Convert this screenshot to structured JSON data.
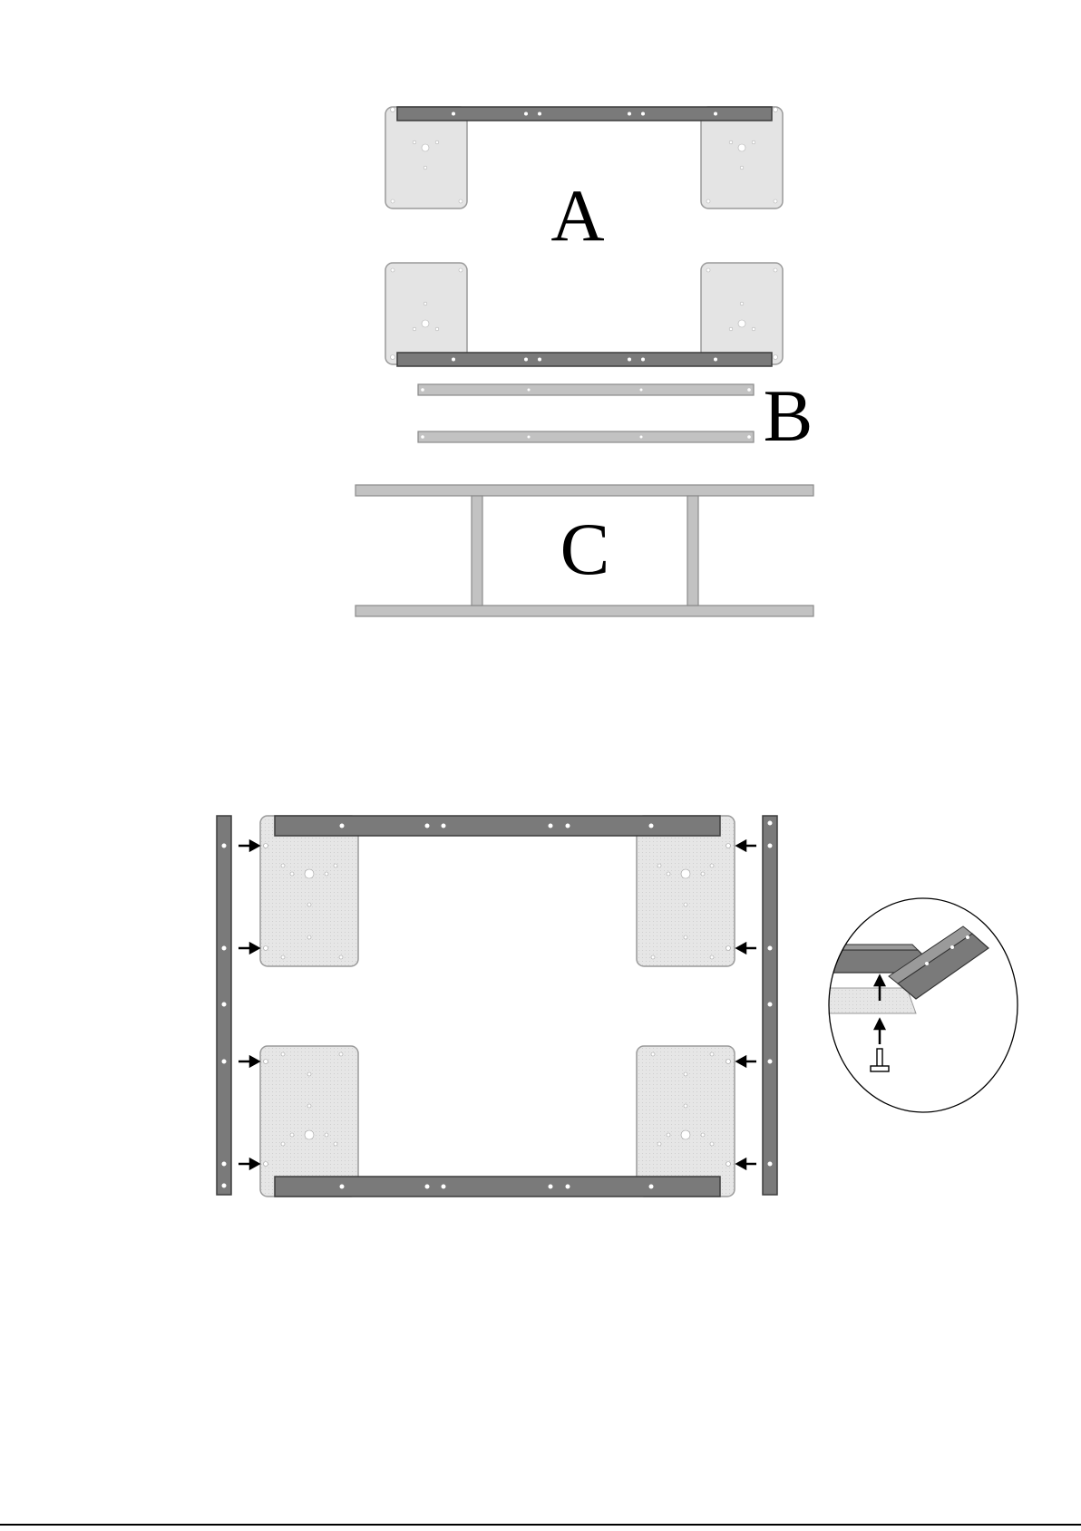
{
  "labels": {
    "part_a": "A",
    "part_b": "B",
    "part_c": "C"
  },
  "colors": {
    "dark_bar": "#7a7a7a",
    "dark_bar_edge": "#3c3c3c",
    "plate": "#e4e4e4",
    "plate_edge": "#9a9a9a",
    "light_bar": "#c2c2c2",
    "light_bar_edge": "#8a8a8a",
    "arrow": "#000000",
    "hole": "#ffffff"
  },
  "icons": {
    "arrow": "arrow-icon",
    "bolt": "bolt-icon"
  }
}
